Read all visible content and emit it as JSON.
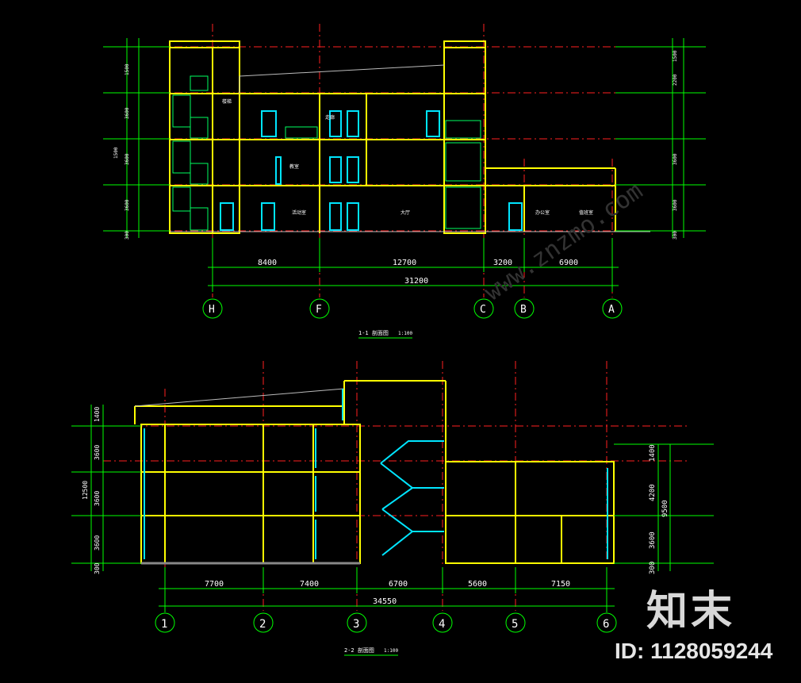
{
  "watermark": {
    "logo": "知末",
    "id_label": "ID: 1128059244",
    "site": "www.znzmo.com"
  },
  "section_1": {
    "title": "1-1 剖面图",
    "scale": "1:100",
    "dims": [
      "8400",
      "12700",
      "3200",
      "6900"
    ],
    "total_dim": "31200",
    "axes": [
      "H",
      "F",
      "C",
      "B",
      "A"
    ],
    "left_levels": [
      "3600",
      "3600",
      "3600",
      "1500",
      "1500",
      "300"
    ],
    "right_levels": [
      "3600",
      "3600",
      "2200",
      "300",
      "1500"
    ],
    "room_labels": [
      "教室",
      "楼梯",
      "走廊",
      "大厅",
      "活动室",
      "办公室",
      "值班室"
    ]
  },
  "section_2": {
    "title": "2-2 剖面图",
    "scale": "1:100",
    "dims": [
      "7700",
      "7400",
      "6700",
      "5600",
      "7150"
    ],
    "total_dim": "34550",
    "axes": [
      "1",
      "2",
      "3",
      "4",
      "5",
      "6"
    ],
    "left_levels": [
      "1400",
      "3600",
      "3600",
      "3600",
      "300",
      "12500"
    ],
    "right_levels": [
      "1400",
      "4200",
      "3600",
      "300",
      "9500"
    ]
  },
  "colors": {
    "structure": "#ffff00",
    "detail": "#00ffff",
    "axis": "#ff0000",
    "dimension": "#00ff00",
    "text": "#ffffff",
    "slab": "#c8b400"
  }
}
